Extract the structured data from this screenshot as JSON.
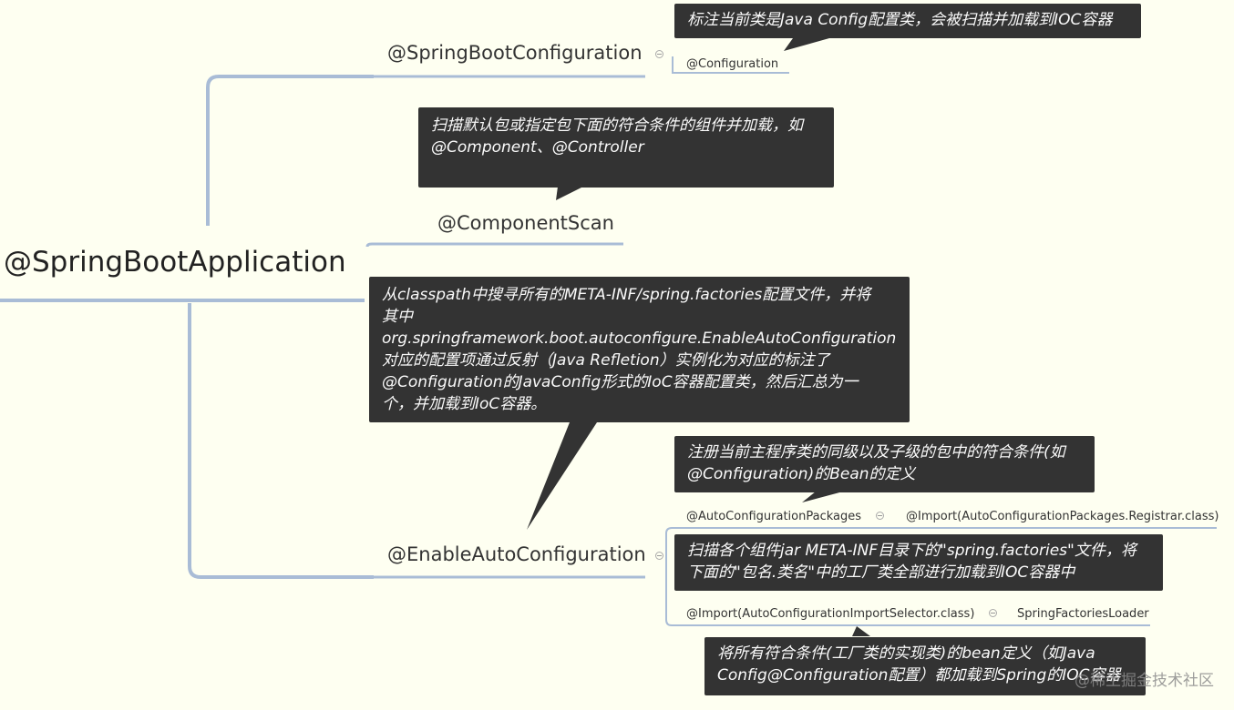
{
  "root": {
    "label": "@SpringBootApplication"
  },
  "branches": {
    "springboot_configuration": {
      "label": "@SpringBootConfiguration",
      "child": "@Configuration",
      "note": [
        "标注当前类是Java Config配置类，会被扫描并加载到IOC容器"
      ]
    },
    "component_scan": {
      "label": "@ComponentScan",
      "note": [
        "扫描默认包或指定包下面的符合条件的组件并加载，如",
        "@Component、@Controller"
      ]
    },
    "enable_auto_configuration": {
      "label": "@EnableAutoConfiguration",
      "note": [
        "从classpath中搜寻所有的META-INF/spring.factories配置文件，并将",
        "其中",
        "org.springframework.boot.autoconfigure.EnableAutoConfiguration",
        "对应的配置项通过反射（Java Refletion）实例化为对应的标注了",
        "@Configuration的JavaConfig形式的IoC容器配置类，然后汇总为一",
        "个，并加载到IoC容器。"
      ],
      "auto_configuration_packages": {
        "label": "@AutoConfigurationPackages",
        "child": "@Import(AutoConfigurationPackages.Registrar.class)",
        "note": [
          "注册当前主程序类的同级以及子级的包中的符合条件(如",
          "@Configuration)的Bean的定义"
        ]
      },
      "import_selector": {
        "label": "@Import(AutoConfigurationImportSelector.class)",
        "child": "SpringFactoriesLoader",
        "note": [
          "扫描各个组件jar META-INF目录下的\"spring.factories\"文件，将",
          "下面的\"包名.类名\"中的工厂类全部进行加载到IOC容器中"
        ],
        "bottom_note": [
          "将所有符合条件(工厂类的实现类)的bean定义（如Java",
          "Config@Configuration配置）都加载到Spring的IOC容器"
        ]
      }
    }
  },
  "watermark": "@稀土掘金技术社区",
  "colors": {
    "line": "#a9bcd6",
    "note_bg": "#333333",
    "background": "#fefff1"
  }
}
